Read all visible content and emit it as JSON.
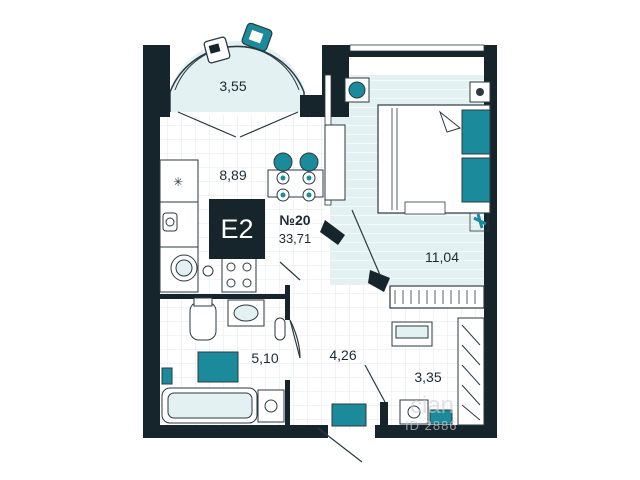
{
  "apartment": {
    "type_code": "E2",
    "number": "№20",
    "total_area": "33,71"
  },
  "rooms": {
    "balcony": "3,55",
    "kitchen": "8,89",
    "bedroom": "11,04",
    "bathroom": "5,10",
    "hall": "4,26",
    "wardrobe": "3,35"
  },
  "watermark": {
    "line1": "cian",
    "line2": "ID 2886"
  },
  "colors": {
    "wall": "#16242c",
    "accent": "#1b8a9a",
    "floor": "#e2f0f1",
    "tile": "#eef1f2",
    "line": "#2b3a42"
  }
}
